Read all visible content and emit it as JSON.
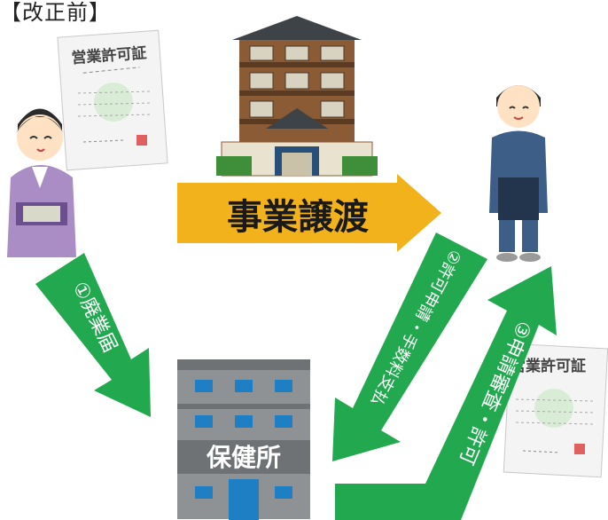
{
  "title": "【改正前】",
  "license_doc": {
    "heading": "営業許可証"
  },
  "transfer": {
    "label": "事業譲渡"
  },
  "health_center": {
    "label": "保健所"
  },
  "steps": {
    "abolition": "①廃業届",
    "application": "②許可申請・手数料支払",
    "review": "③申請審査・許可"
  },
  "colors": {
    "orange_arrow": "#f2b21c",
    "green_arrow": "#22a94f",
    "building_gray": "#8e9294",
    "window_blue": "#1f7fc4"
  }
}
